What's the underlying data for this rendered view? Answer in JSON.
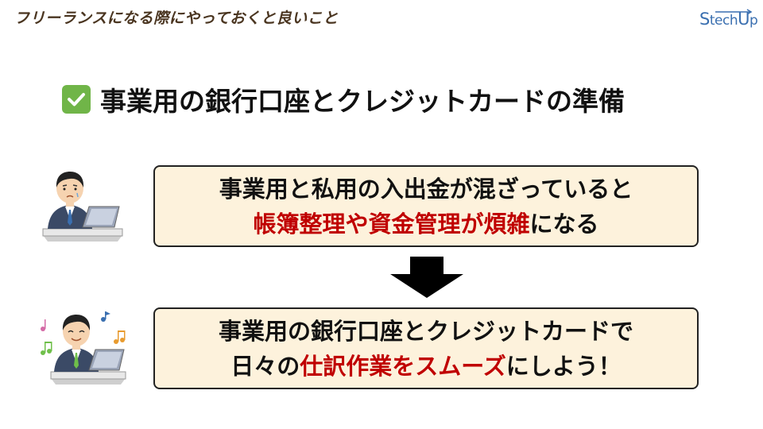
{
  "header": {
    "title": "フリーランスになる際にやっておくと良いこと"
  },
  "logo": {
    "part1": "S",
    "part2": "tech",
    "part3": "U",
    "part4": "p"
  },
  "heading": {
    "text": "事業用の銀行口座とクレジットカードの準備",
    "icon": "check-mark-icon"
  },
  "problem_box": {
    "line1": "事業用と私用の入出金が混ざっていると",
    "line2_highlight": "帳簿整理や資金管理が煩雑",
    "line2_rest": "になる"
  },
  "solution_box": {
    "line1": "事業用の銀行口座とクレジットカードで",
    "line2_pre": "日々の",
    "line2_highlight": "仕訳作業をスムーズ",
    "line2_rest": "にしよう！"
  },
  "colors": {
    "highlight": "#c00000",
    "box_fill": "#fdf2dc",
    "check": "#70b548",
    "logo": "#3a6fb0"
  }
}
